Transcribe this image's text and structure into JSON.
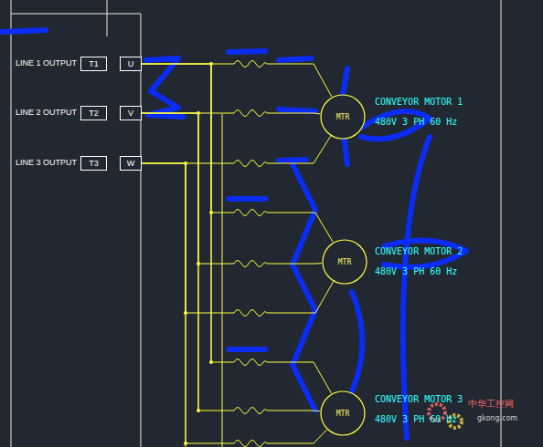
{
  "diagram": {
    "nodes": [
      {
        "text": [
          "T1"
        ]
      },
      {
        "text": [
          "U"
        ]
      },
      {
        "text": [
          "T2"
        ]
      },
      {
        "text": [
          "V"
        ]
      },
      {
        "text": [
          "T3"
        ]
      },
      {
        "text": [
          "W"
        ]
      },
      {
        "text": [
          "MTR"
        ]
      },
      {
        "text": [
          "MTR"
        ]
      },
      {
        "text": [
          "MTR"
        ]
      }
    ],
    "edges": [
      {
        "from": 1,
        "to": 6,
        "arrow": "none"
      },
      {
        "from": 3,
        "to": 6,
        "arrow": "none"
      },
      {
        "from": 5,
        "to": 6,
        "arrow": "none"
      },
      {
        "from": 1,
        "to": 7,
        "arrow": "none"
      },
      {
        "from": 3,
        "to": 7,
        "arrow": "none"
      },
      {
        "from": 5,
        "to": 7,
        "arrow": "none"
      },
      {
        "from": 1,
        "to": 8,
        "arrow": "none"
      },
      {
        "from": 3,
        "to": 8,
        "arrow": "none"
      },
      {
        "from": 5,
        "to": 8,
        "arrow": "none"
      }
    ],
    "labels": [
      "LINE 1 OUTPUT",
      "LINE 2 OUTPUT",
      "LINE 3 OUTPUT",
      "CONVEYOR MOTOR 1",
      "480V 3 PH 60 Hz",
      "CONVEYOR MOTOR 2",
      "480V 3 PH 60 Hz",
      "CONVEYOR MOTOR 3",
      "480V 3 PH 60 Hz",
      "中华工控网",
      "gkong.com"
    ]
  }
}
